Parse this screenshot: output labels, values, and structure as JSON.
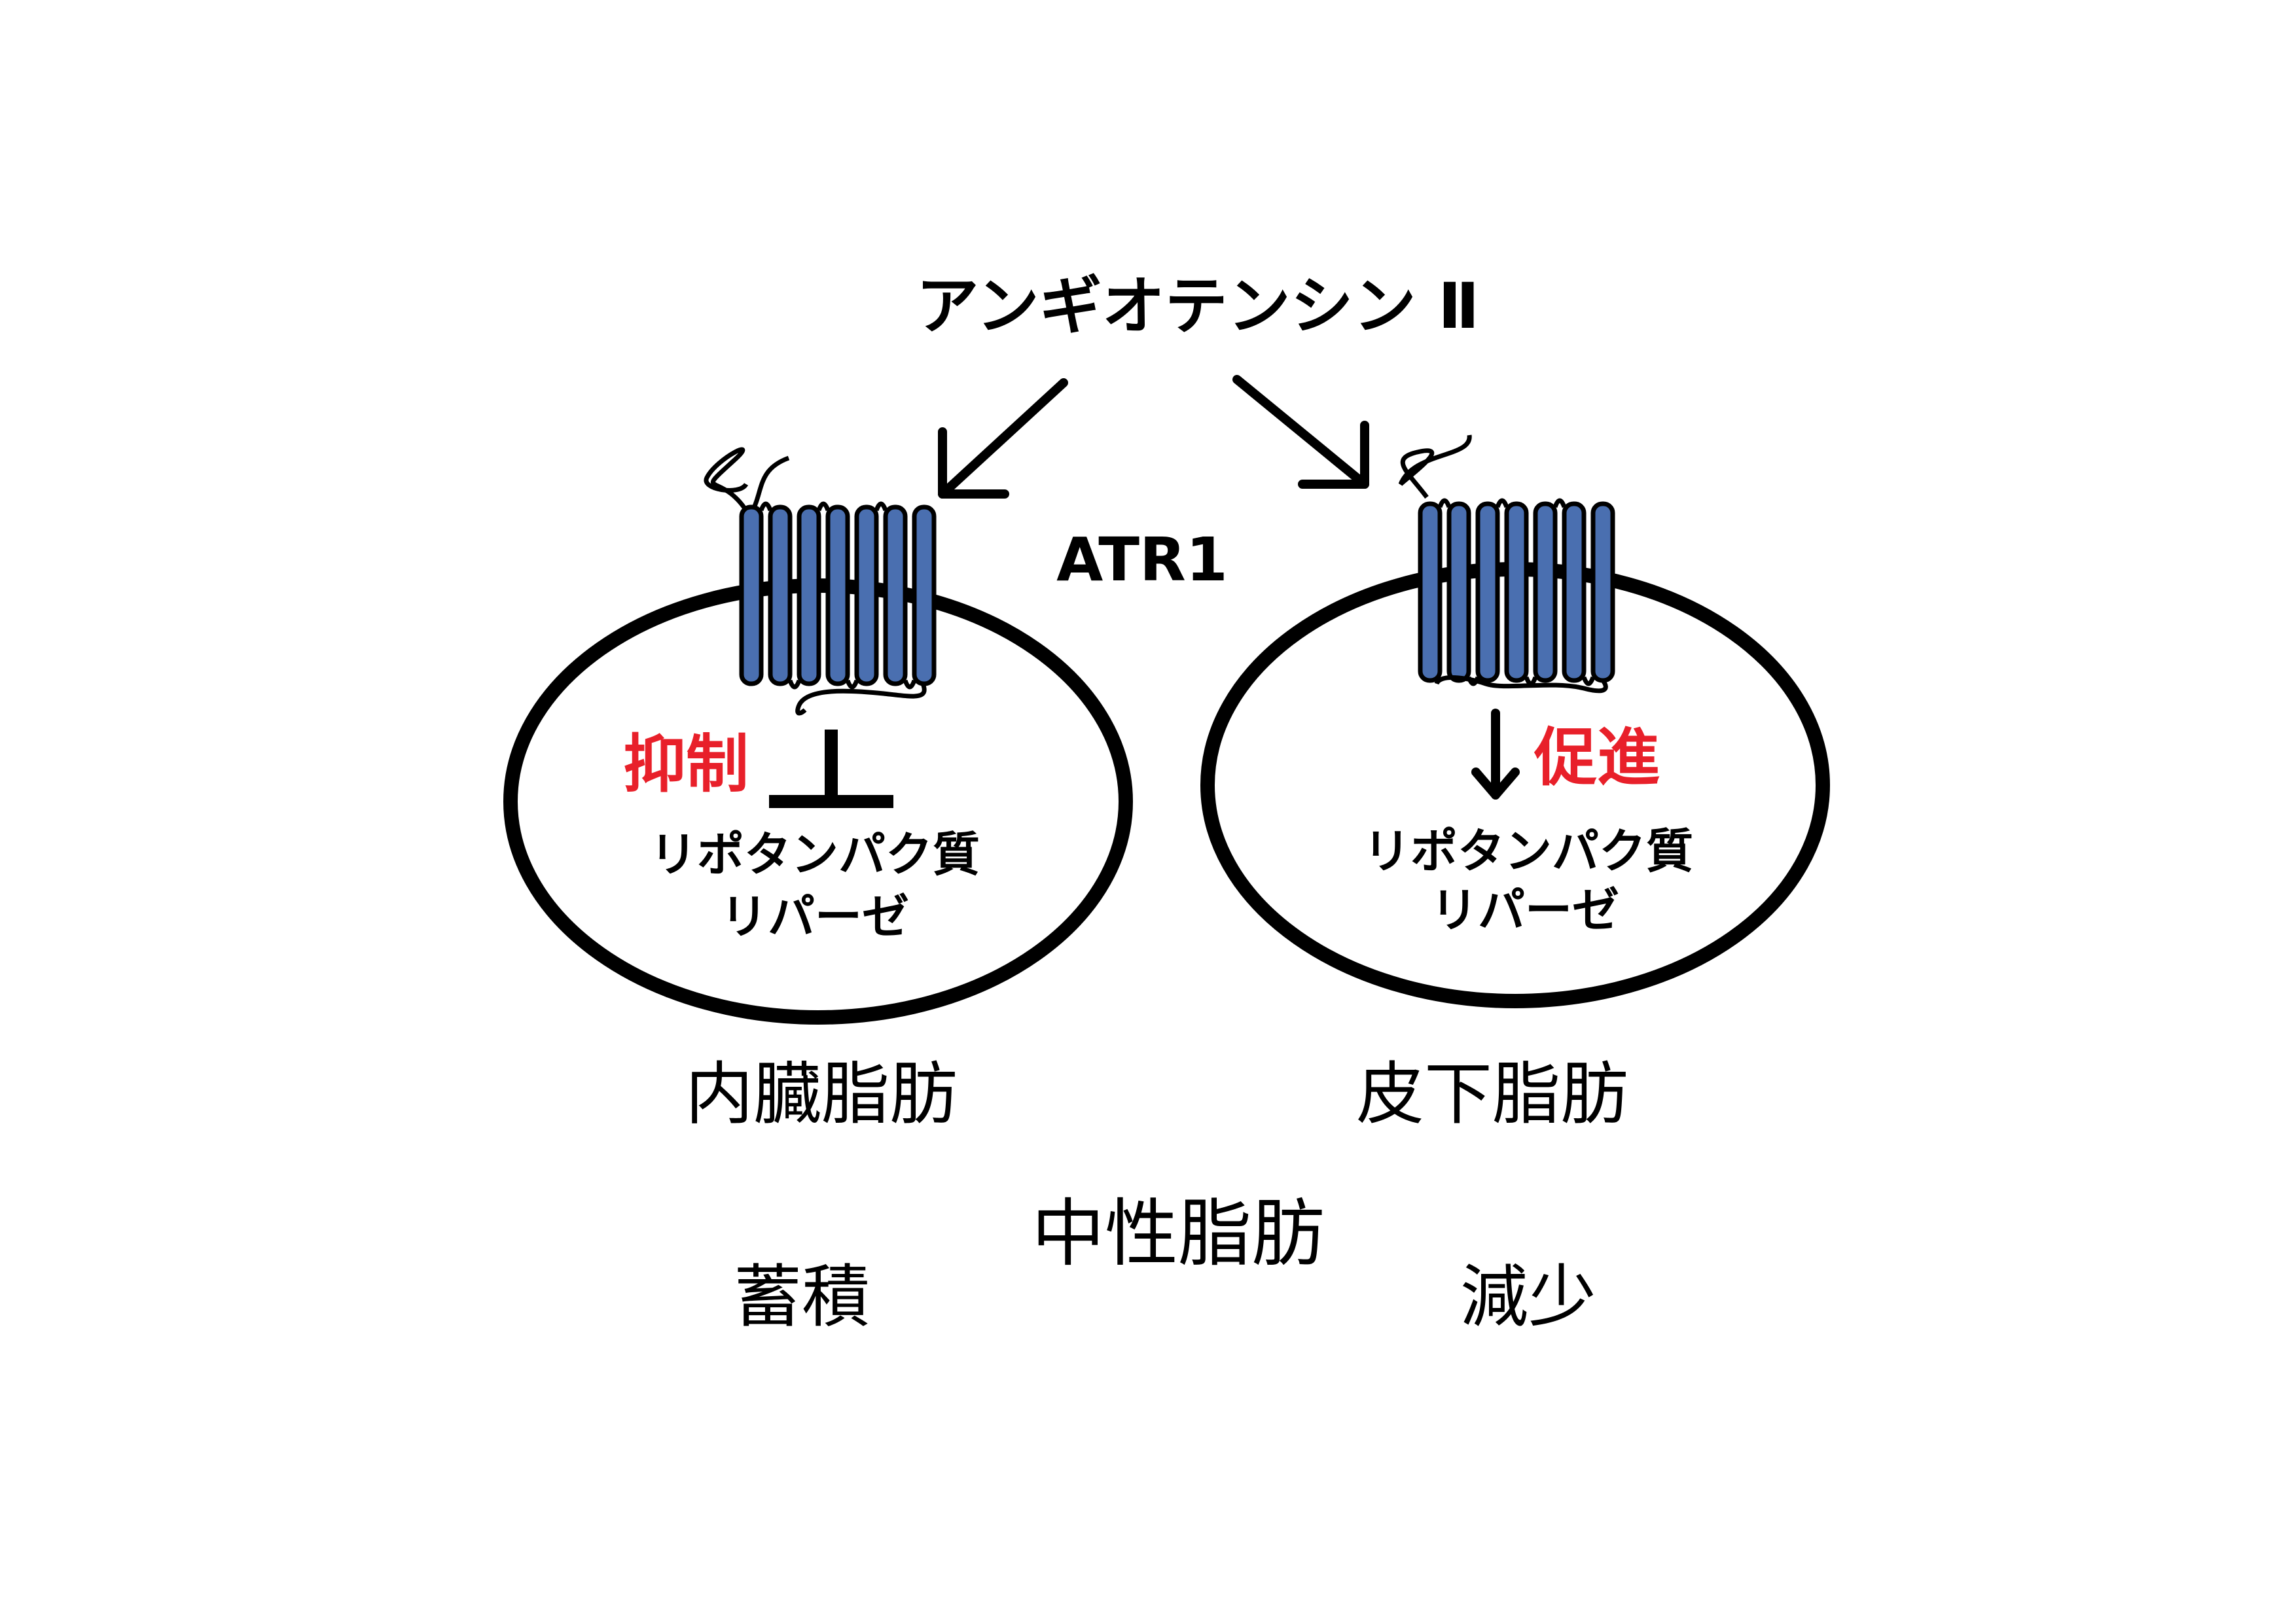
{
  "ligand": "アンギオテンシン Ⅱ",
  "receptor": "ATR1",
  "left_cell": {
    "effect": "抑制",
    "enzyme_line1": "リポタンパク質",
    "enzyme_line2": "リパーゼ",
    "tissue": "内臓脂肪",
    "outcome": "蓄積"
  },
  "right_cell": {
    "effect": "促進",
    "enzyme_line1": "リポタンパク質",
    "enzyme_line2": "リパーゼ",
    "tissue": "皮下脂肪",
    "outcome": "減少"
  },
  "center_label": "中性脂肪",
  "colors": {
    "receptor_fill": "#4a6fb0",
    "effect_text": "#e8202a",
    "stroke": "#000000"
  }
}
